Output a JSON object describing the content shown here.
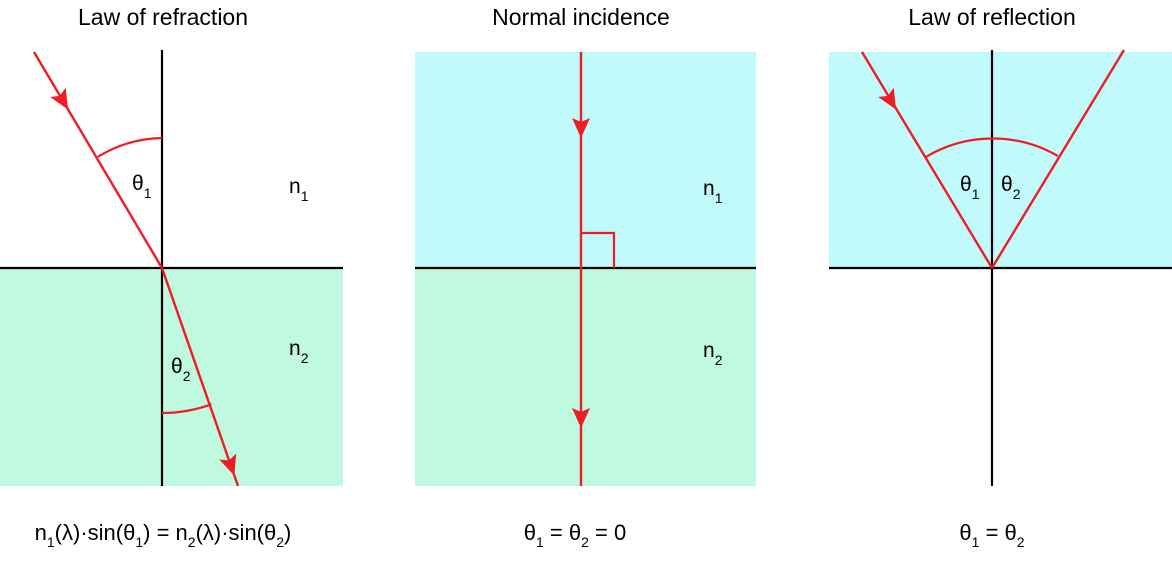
{
  "colors": {
    "upper_medium": "#c0fafa",
    "lower_medium": "#bff9e0",
    "ray": "#ee1c25",
    "line": "#000000"
  },
  "panels": [
    {
      "title": "Law of refraction",
      "upper_label": {
        "base": "n",
        "sub": "1"
      },
      "lower_label": {
        "base": "n",
        "sub": "2"
      },
      "angle_labels": [
        {
          "base": "θ",
          "sub": "1"
        },
        {
          "base": "θ",
          "sub": "2"
        }
      ],
      "equation": [
        {
          "t": "n"
        },
        {
          "s": "1"
        },
        {
          "t": "(λ)·sin(θ"
        },
        {
          "s": "1"
        },
        {
          "t": ") = n"
        },
        {
          "s": "2"
        },
        {
          "t": "(λ)·sin(θ"
        },
        {
          "s": "2"
        },
        {
          "t": ")"
        }
      ]
    },
    {
      "title": "Normal incidence",
      "upper_label": {
        "base": "n",
        "sub": "1"
      },
      "lower_label": {
        "base": "n",
        "sub": "2"
      },
      "equation": [
        {
          "t": "θ"
        },
        {
          "s": "1"
        },
        {
          "t": " = θ"
        },
        {
          "s": "2"
        },
        {
          "t": " = 0"
        }
      ]
    },
    {
      "title": "Law of reflection",
      "angle_labels": [
        {
          "base": "θ",
          "sub": "1"
        },
        {
          "base": "θ",
          "sub": "2"
        }
      ],
      "equation": [
        {
          "t": "θ"
        },
        {
          "s": "1"
        },
        {
          "t": " = θ"
        },
        {
          "s": "2"
        }
      ]
    }
  ]
}
